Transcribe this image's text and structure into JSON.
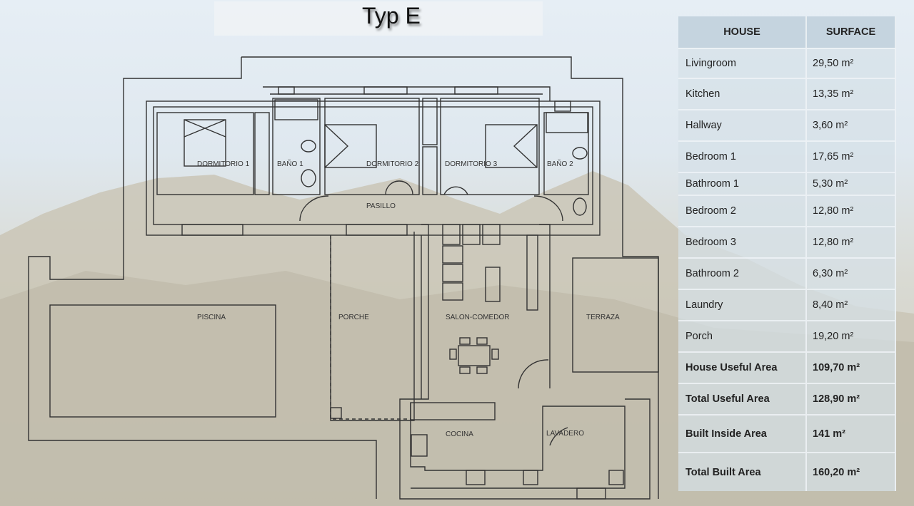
{
  "title": "Typ E",
  "plan_labels": {
    "dormitorio1": "DORMITORIO 1",
    "bano1": "BAÑO 1",
    "dormitorio2": "DORMITORIO 2",
    "dormitorio3": "DORMITORIO 3",
    "bano2": "BAÑO 2",
    "pasillo": "PASILLO",
    "piscina": "PISCINA",
    "porche": "PORCHE",
    "salon": "SALON-COMEDOR",
    "terraza": "TERRAZA",
    "cocina": "COCINA",
    "lavadero": "LAVADERO"
  },
  "table": {
    "headers": [
      "HOUSE",
      "SURFACE"
    ],
    "rows": [
      {
        "name": "Livingroom",
        "value": "29,50 m²",
        "bold": false
      },
      {
        "name": "Kitchen",
        "value": "13,35 m²",
        "bold": false
      },
      {
        "name": "Hallway",
        "value": "3,60 m²",
        "bold": false
      },
      {
        "name": "Bedroom 1",
        "value": "17,65 m²",
        "bold": false
      },
      {
        "name": "Bathroom 1",
        "value": "5,30 m²",
        "bold": false
      },
      {
        "name": "Bedroom 2",
        "value": "12,80 m²",
        "bold": false
      },
      {
        "name": "Bedroom 3",
        "value": "12,80 m²",
        "bold": false
      },
      {
        "name": "Bathroom 2",
        "value": "6,30 m²",
        "bold": false
      },
      {
        "name": "Laundry",
        "value": "8,40 m²",
        "bold": false
      },
      {
        "name": "Porch",
        "value": "19,20 m²",
        "bold": false
      },
      {
        "name": "House Useful Area",
        "value": "109,70 m²",
        "bold": true
      },
      {
        "name": "Total Useful Area",
        "value": "128,90 m²",
        "bold": true
      },
      {
        "name": "Built Inside Area",
        "value": "141 m²",
        "bold": true
      },
      {
        "name": "Total Built Area",
        "value": "160,20 m²",
        "bold": true
      }
    ]
  }
}
